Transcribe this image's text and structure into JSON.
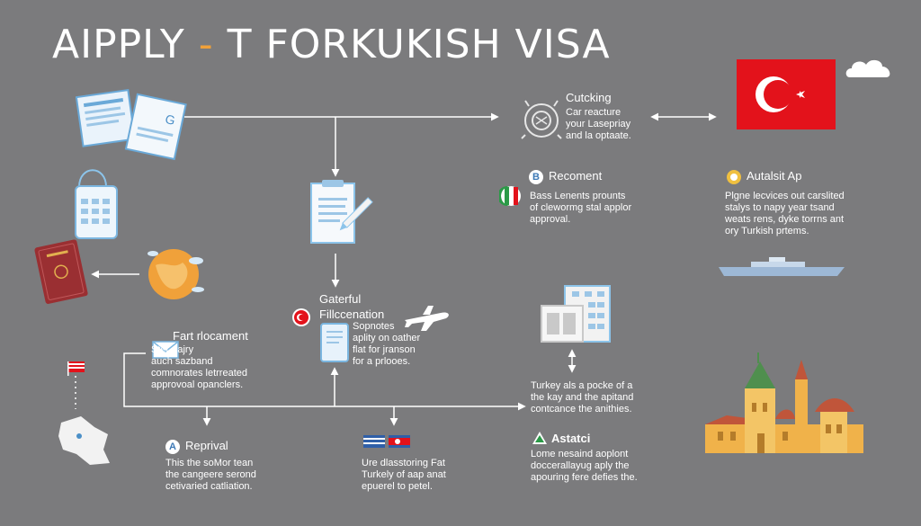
{
  "title": {
    "main": "AIPPLY",
    "dash": "-",
    "rest": "T FORKUKISH VISA"
  },
  "steps": {
    "cutcking": {
      "heading": "Cutcking",
      "body": "Car reacture\nyour Lasepriay\nand la optaate."
    },
    "recoment": {
      "badge": "B",
      "heading": "Recoment",
      "body": "Bass Lenents prounts\nof clewormg stal applor\napproval."
    },
    "autalsit": {
      "heading": "Autalsit Ap",
      "body": "Plgne lecvices out carslited\nstalys to napy year tsand\nweats rens, dyke torrns ant\nory Turkish prtems."
    },
    "gaterful": {
      "heading1": "Gaterful",
      "heading2": "Fillccenation",
      "body": "Sopnotes\naplity on oather\nflat for jranson\nfor a prlooes."
    },
    "fart": {
      "heading": "Fart rlocament",
      "body": "Ster gajry\nauch sazband\ncomnorates letrreated\napprovoal opanclers."
    },
    "turkey": {
      "body": "Turkey als a pocke of a\nthe kay and the apitand\ncontcance the anithies."
    },
    "reprival": {
      "badge": "A",
      "heading": "Reprival",
      "body": "This the soMor tean\nthe cangeere serond\ncetivaried catliation."
    },
    "ure": {
      "body": "Ure dlasstoring Fat\nTurkely of aap anat\nepuerel to petel."
    },
    "astatci": {
      "heading": "Astatci",
      "body": "Lome nesaind aoplont\ndoccerallayug aply the\napouring fere defies the."
    }
  },
  "colors": {
    "background": "#7b7b7d",
    "accent_orange": "#f0a13a",
    "flag_red": "#e3121b",
    "line": "#ffffff"
  },
  "icons": [
    "documents-icon",
    "tablet-icon",
    "calendar-icon",
    "passport-icon",
    "globe-icon",
    "clipboard-icon",
    "pencil-icon",
    "airplane-icon",
    "building-icon",
    "ship-icon",
    "palace-icon",
    "cloud-icon",
    "turkey-flag-icon",
    "map-icon"
  ]
}
